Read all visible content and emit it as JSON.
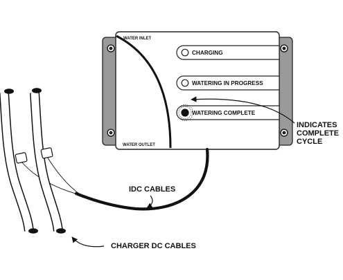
{
  "device": {
    "inlet_label": "WATER INLET",
    "outlet_label": "WATER OUTLET",
    "indicators": [
      {
        "label": "CHARGING",
        "state": "off"
      },
      {
        "label": "WATERING IN PROGRESS",
        "state": "off"
      },
      {
        "label": "WATERING COMPLETE",
        "state": "on"
      }
    ]
  },
  "callouts": {
    "indicates": [
      "INDICATES",
      "COMPLETE",
      "CYCLE"
    ],
    "idc_cables": "IDC CABLES",
    "charger_dc_cables": "CHARGER DC CABLES"
  },
  "colors": {
    "line": "#111111",
    "mount_bracket": "#9a9a9a",
    "panel": "#ffffff",
    "background": "#ffffff"
  }
}
